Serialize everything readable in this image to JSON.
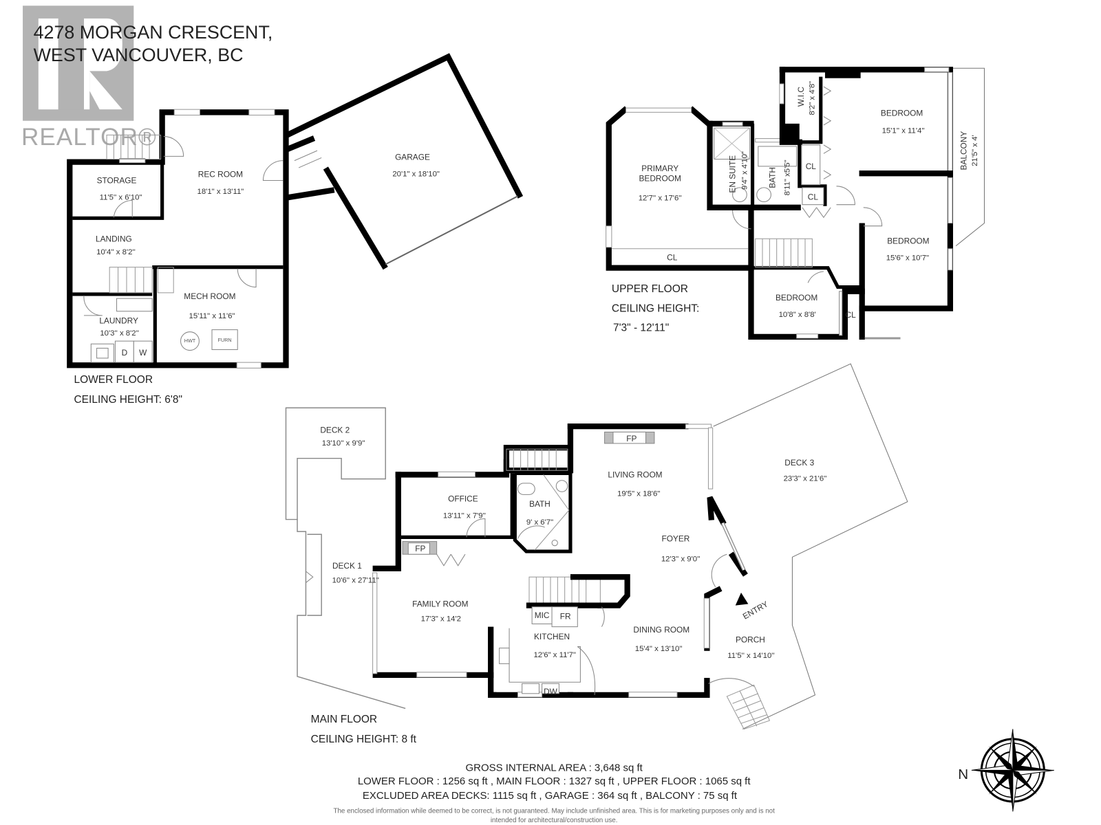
{
  "header": {
    "address_line1": "4278 MORGAN CRESCENT,",
    "address_line2": "WEST VANCOUVER, BC",
    "watermark": "REALTOR®"
  },
  "lower_floor": {
    "label": "LOWER FLOOR",
    "ceiling": "CEILING HEIGHT: 6'8\"",
    "rooms": [
      {
        "name": "STORAGE",
        "dim": "11'5'' x 6'10''"
      },
      {
        "name": "REC ROOM",
        "dim": "18'1\" x 13'11\""
      },
      {
        "name": "LANDING",
        "dim": "10'4'' x 8'2''"
      },
      {
        "name": "MECH ROOM",
        "dim": "15'11\" x 11'6\""
      },
      {
        "name": "LAUNDRY",
        "dim": "10'3'' x 8'2''"
      },
      {
        "name": "GARAGE",
        "dim": "20'1\" x 18'10\""
      }
    ],
    "fixtures": {
      "hwt": "HWT",
      "furn": "FURN",
      "dryer": "D",
      "washer": "W"
    }
  },
  "upper_floor": {
    "label": "UPPER FLOOR",
    "ceiling_label": "CEILING HEIGHT:",
    "ceiling_value": "7'3\" - 12'11\"",
    "rooms": [
      {
        "name": "PRIMARY",
        "name2": "BEDROOM",
        "dim": "12'7'' x 17'6''"
      },
      {
        "name": "EN SUITE",
        "dim": "9'4\" x 4'10\""
      },
      {
        "name": "BATH",
        "dim": "8'11\" x5'5\""
      },
      {
        "name": "W.I.C",
        "dim": "8'2\" x 4'8\""
      },
      {
        "name": "BEDROOM",
        "dim": "15'1'' x 11'4''"
      },
      {
        "name": "BALCONY",
        "dim": "21'5\" x 4'"
      },
      {
        "name": "BEDROOM",
        "dim": "15'6\" x 10'7\""
      },
      {
        "name": "BEDROOM",
        "dim": "10'8\" x 8'8'"
      }
    ],
    "closet": "CL"
  },
  "main_floor": {
    "label": "MAIN FLOOR",
    "ceiling": "CEILING HEIGHT: 8 ft",
    "rooms": [
      {
        "name": "DECK 2",
        "dim": "13'10'' x 9'9''"
      },
      {
        "name": "OFFICE",
        "dim": "13'11'' x 7'9''"
      },
      {
        "name": "BATH",
        "dim": "9' x 6'7\""
      },
      {
        "name": "LIVING ROOM",
        "dim": "19'5\" x 18'6\""
      },
      {
        "name": "DECK 3",
        "dim": "23'3'' x 21'6''"
      },
      {
        "name": "FOYER",
        "dim": "12'3'' x 9'0''"
      },
      {
        "name": "DECK 1",
        "dim": "10'6'' x 27'11''"
      },
      {
        "name": "FAMILY ROOM",
        "dim": "17'3\" x 14'2"
      },
      {
        "name": "KITCHEN",
        "dim": "12'6\" x 11'7\""
      },
      {
        "name": "DINING ROOM",
        "dim": "15'4\" x 13'10\""
      },
      {
        "name": "PORCH",
        "dim": "11'5'' x 14'10''"
      }
    ],
    "fixtures": {
      "fireplace": "FP",
      "microwave": "MIC",
      "fridge": "FR",
      "dishwasher": "DW"
    },
    "entry": "ENTRY"
  },
  "summary": {
    "gross": "GROSS INTERNAL AREA : 3,648 sq ft",
    "floors": "LOWER FLOOR : 1256 sq ft , MAIN FLOOR : 1327 sq ft , UPPER FLOOR : 1065 sq ft",
    "excluded": "EXCLUDED AREA DECKS: 1115 sq ft , GARAGE : 364 sq ft , BALCONY : 75 sq ft",
    "disclaimer1": "The enclosed information while deemed to be correct, is not guaranteed. May include unfinished area. This is for marketing purposes only and is not",
    "disclaimer2": "intended for architectural/construction use."
  },
  "compass": {
    "north_label": "N"
  }
}
